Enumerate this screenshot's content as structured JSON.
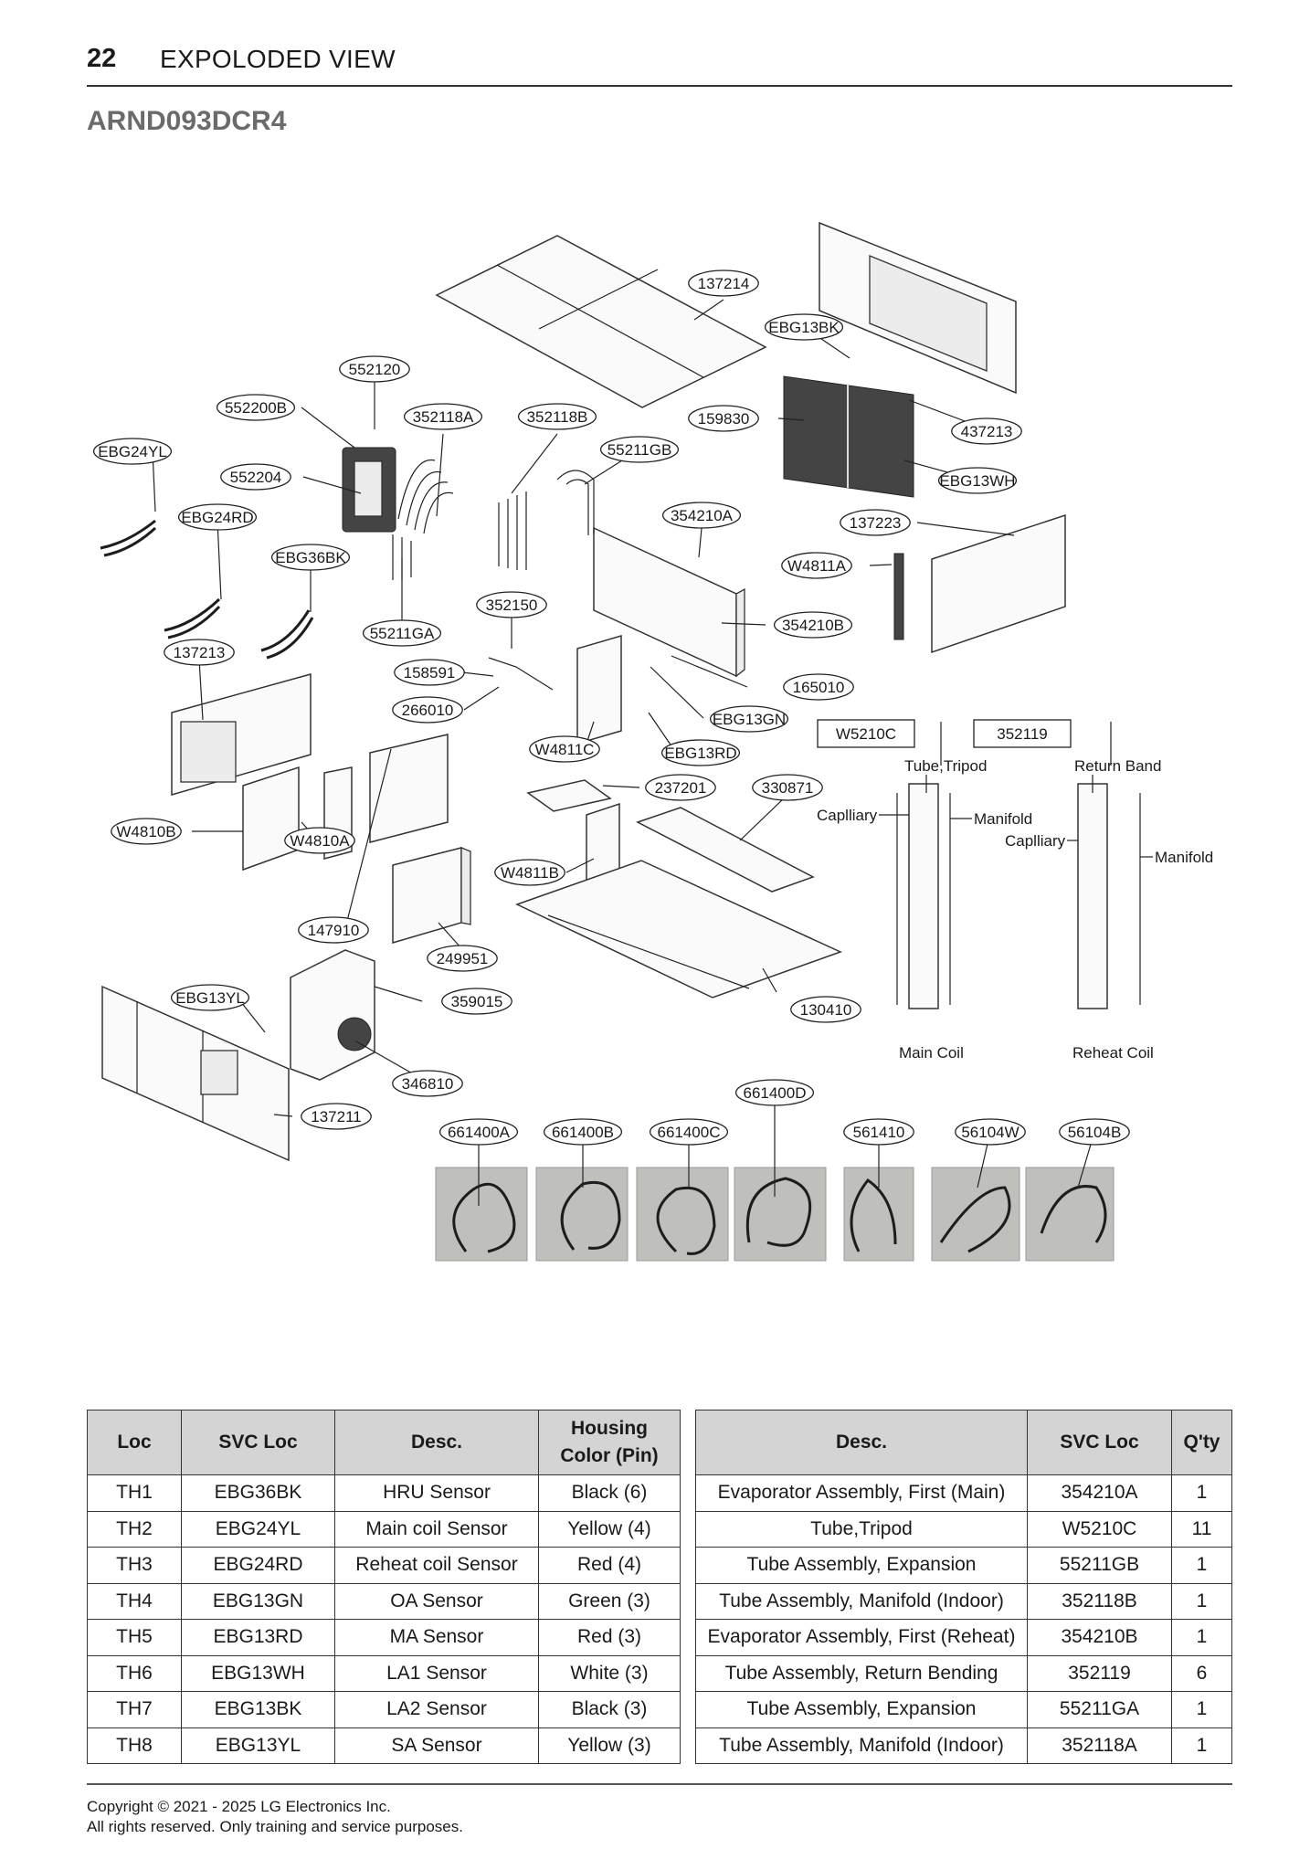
{
  "header": {
    "page_number": "22",
    "section_title": "EXPOLODED VIEW",
    "model": "ARND093DCR4"
  },
  "diagram": {
    "callouts": [
      "137214",
      "EBG13BK",
      "552120",
      "552200B",
      "352118A",
      "352118B",
      "159830",
      "437213",
      "EBG24YL",
      "552204",
      "55211GB",
      "EBG13WH",
      "EBG24RD",
      "354210A",
      "137223",
      "EBG36BK",
      "W4811A",
      "352150",
      "55211GA",
      "354210B",
      "137213",
      "158591",
      "165010",
      "266010",
      "EBG13GN",
      "W4811C",
      "EBG13RD",
      "237201",
      "330871",
      "W4810B",
      "W4810A",
      "W4811B",
      "147910",
      "249951",
      "EBG13YL",
      "359015",
      "130410",
      "346810",
      "661400D",
      "137211",
      "661400A",
      "661400B",
      "661400C",
      "561410",
      "56104W",
      "56104B"
    ],
    "boxed_labels": [
      "W5210C",
      "352119"
    ],
    "coil_labels": {
      "tube_tripod": "Tube,Tripod",
      "return_band": "Return Band",
      "capilliary_main": "Caplliary",
      "manifold_main": "Manifold",
      "capilliary_reheat": "Caplliary",
      "manifold_reheat": "Manifold",
      "main_coil": "Main Coil",
      "reheat_coil": "Reheat Coil"
    }
  },
  "sensor_table": {
    "headers": [
      "Loc",
      "SVC Loc",
      "Desc.",
      "Housing Color (Pin)"
    ],
    "rows": [
      [
        "TH1",
        "EBG36BK",
        "HRU Sensor",
        "Black (6)"
      ],
      [
        "TH2",
        "EBG24YL",
        "Main coil Sensor",
        "Yellow (4)"
      ],
      [
        "TH3",
        "EBG24RD",
        "Reheat coil Sensor",
        "Red (4)"
      ],
      [
        "TH4",
        "EBG13GN",
        "OA Sensor",
        "Green (3)"
      ],
      [
        "TH5",
        "EBG13RD",
        "MA Sensor",
        "Red (3)"
      ],
      [
        "TH6",
        "EBG13WH",
        "LA1 Sensor",
        "White (3)"
      ],
      [
        "TH7",
        "EBG13BK",
        "LA2 Sensor",
        "Black (3)"
      ],
      [
        "TH8",
        "EBG13YL",
        "SA Sensor",
        "Yellow (3)"
      ]
    ]
  },
  "assembly_table": {
    "headers": [
      "Desc.",
      "SVC Loc",
      "Q'ty"
    ],
    "rows": [
      [
        "Evaporator Assembly, First (Main)",
        "354210A",
        "1"
      ],
      [
        "Tube,Tripod",
        "W5210C",
        "11"
      ],
      [
        "Tube Assembly, Expansion",
        "55211GB",
        "1"
      ],
      [
        "Tube Assembly, Manifold (Indoor)",
        "352118B",
        "1"
      ],
      [
        "Evaporator Assembly, First (Reheat)",
        "354210B",
        "1"
      ],
      [
        "Tube Assembly, Return Bending",
        "352119",
        "6"
      ],
      [
        "Tube Assembly, Expansion",
        "55211GA",
        "1"
      ],
      [
        "Tube Assembly, Manifold (Indoor)",
        "352118A",
        "1"
      ]
    ]
  },
  "footer": {
    "copyright": "Copyright © 2021 - 2025 LG Electronics Inc.",
    "rights": "All rights reserved. Only training and service purposes."
  }
}
